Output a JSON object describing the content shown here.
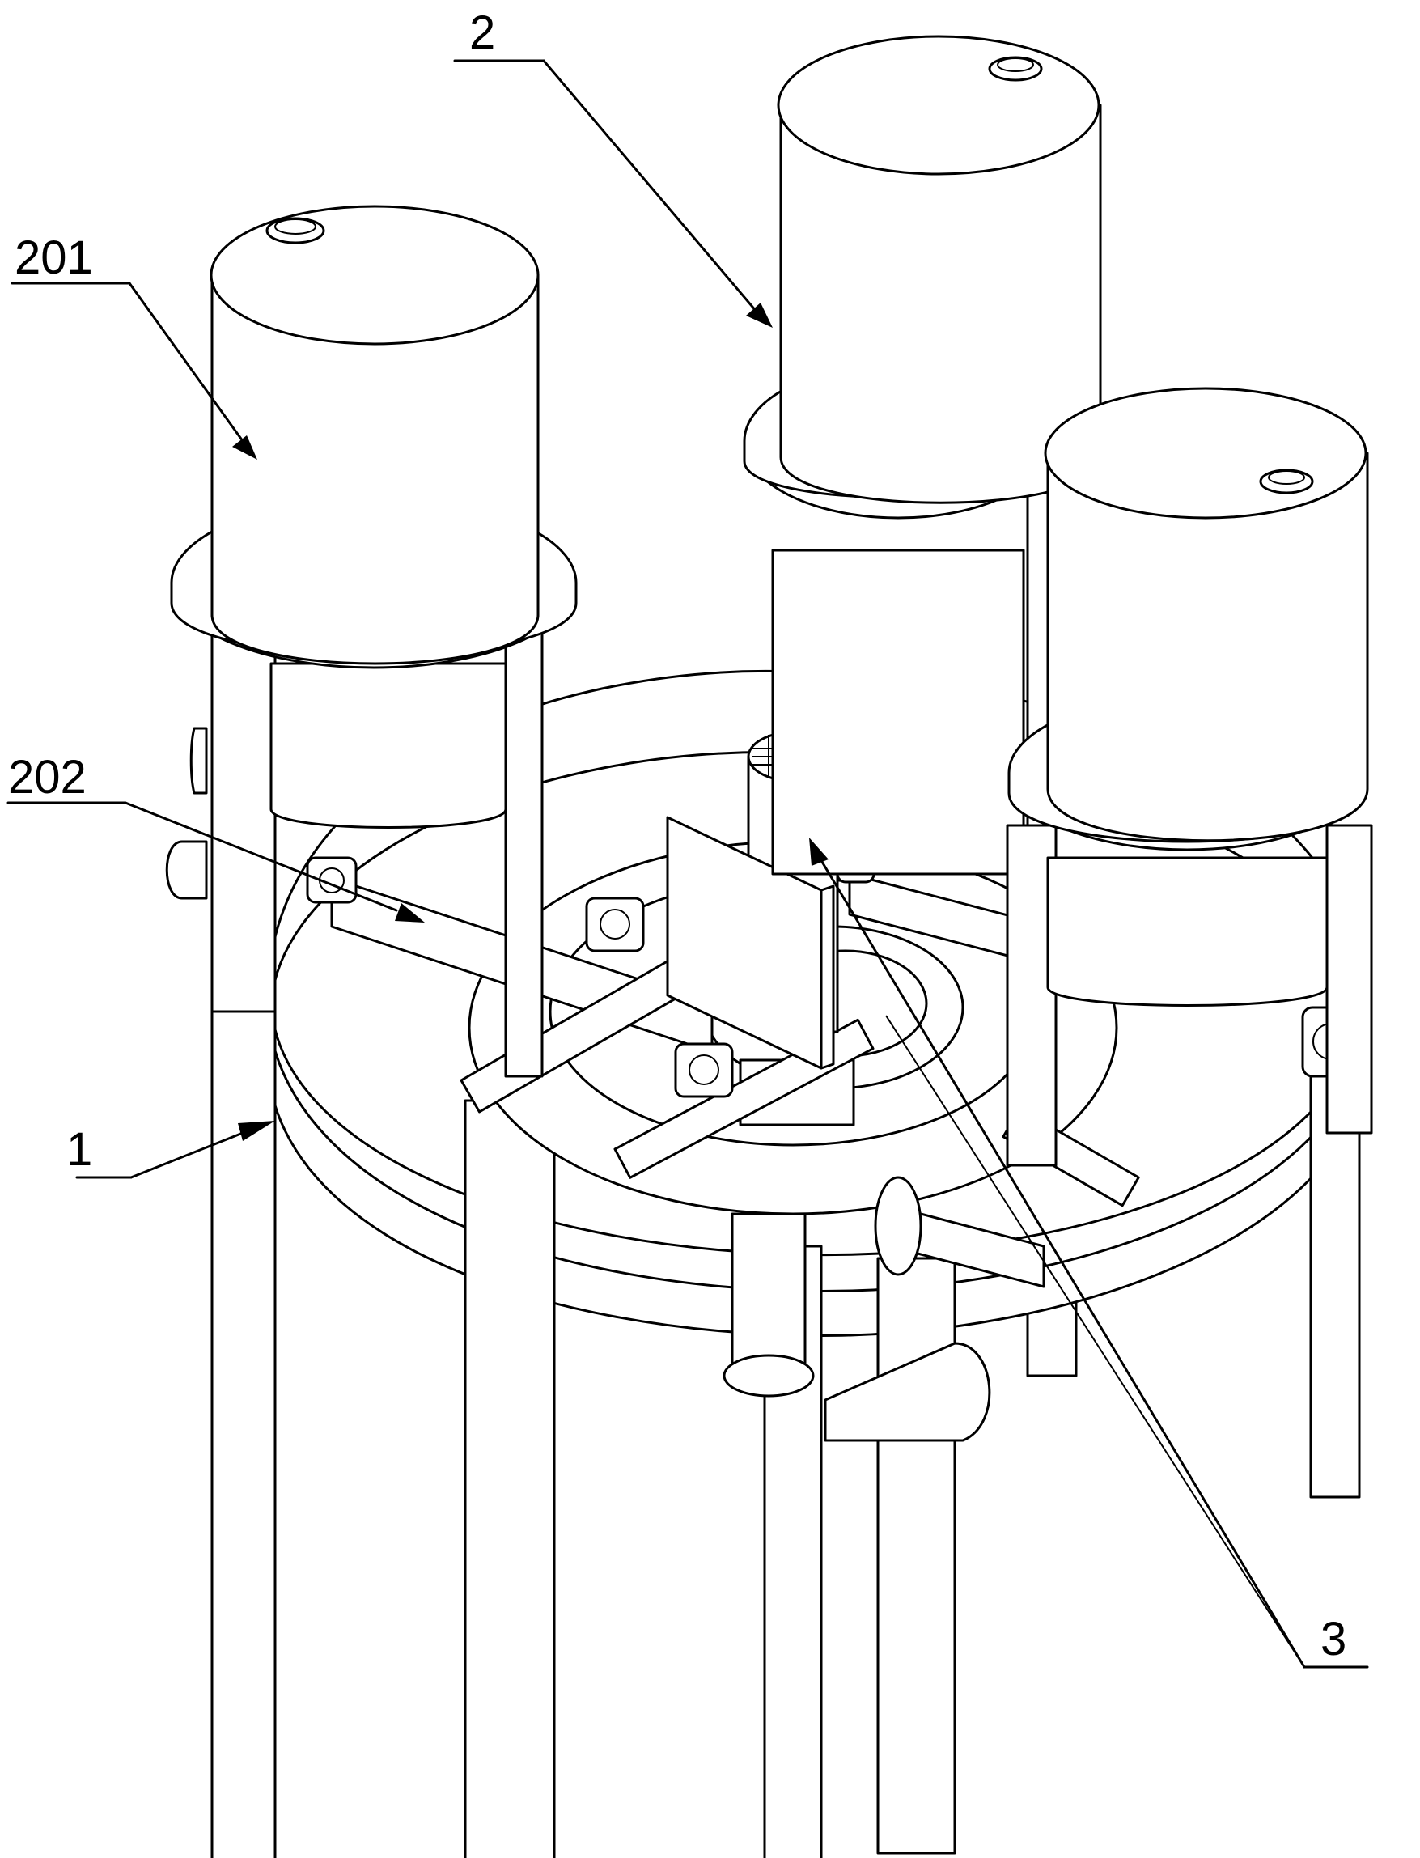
{
  "labels": {
    "label_1": "1",
    "label_2": "2",
    "label_3": "3",
    "label_201": "201",
    "label_202": "202"
  },
  "colors": {
    "stroke": "#000000",
    "background": "#ffffff"
  }
}
